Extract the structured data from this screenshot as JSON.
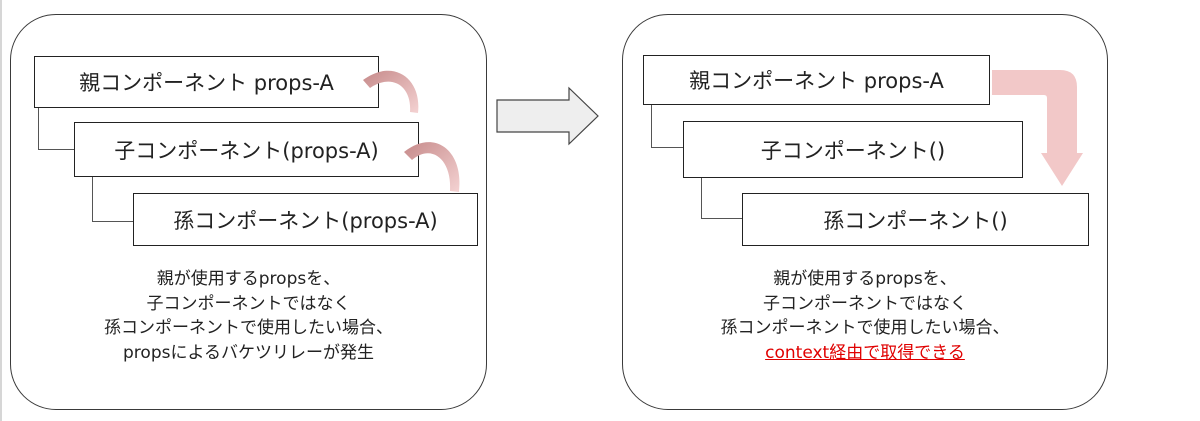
{
  "left_panel": {
    "parent_label": "親コンポーネント props-A",
    "child_label": "子コンポーネント(props-A)",
    "grandchild_label": "孫コンポーネント(props-A)",
    "caption_lines": [
      "親が使用するpropsを、",
      "子コンポーネントではなく",
      "孫コンポーネントで使用したい場合、",
      "propsによるバケツリレーが発生"
    ]
  },
  "right_panel": {
    "parent_label": "親コンポーネント props-A",
    "child_label": "子コンポーネント()",
    "grandchild_label": "孫コンポーネント()",
    "caption_lines": [
      "親が使用するpropsを、",
      "子コンポーネントではなく",
      "孫コンポーネントで使用したい場合、"
    ],
    "caption_highlight": "context経由で取得できる"
  },
  "colors": {
    "curved_arrow": "#cf9c9c",
    "context_arrow": "#f2c8c8",
    "transition_arrow_fill": "#eeeeee",
    "highlight_text": "#e00000"
  },
  "icons": {
    "transition": "right-arrow-icon",
    "props_pass": "curved-arrow-icon",
    "context_pass": "bent-arrow-icon"
  }
}
